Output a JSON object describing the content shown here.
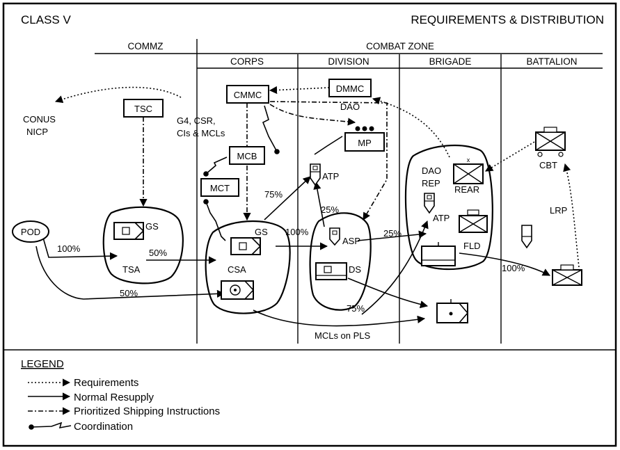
{
  "header": {
    "left_title": "CLASS V",
    "right_title": "REQUIREMENTS & DISTRIBUTION"
  },
  "zones": {
    "commz": "COMMZ",
    "combat_zone": "COMBAT ZONE",
    "corps": "CORPS",
    "division": "DIVISION",
    "brigade": "BRIGADE",
    "battalion": "BATTALION"
  },
  "nodes": {
    "conus": "CONUS",
    "nicp": "NICP",
    "tsc": "TSC",
    "cmmc": "CMMC",
    "dmmc": "DMMC",
    "dao": "DAO",
    "g4_line1": "G4, CSR,",
    "g4_line2": "CIs & MCLs",
    "mcb": "MCB",
    "mct": "MCT",
    "mp": "MP",
    "atp": "ATP",
    "pod": "POD",
    "gs": "GS",
    "tsa": "TSA",
    "csa": "CSA",
    "asp": "ASP",
    "ds": "DS",
    "dao_rep_line1": "DAO",
    "dao_rep_line2": "REP",
    "rear": "REAR",
    "fld": "FLD",
    "cbt": "CBT",
    "lrp": "LRP"
  },
  "flow_labels": {
    "pct_100": "100%",
    "pct_50": "50%",
    "pct_75": "75%",
    "pct_25": "25%",
    "mcls_on_pls": "MCLs on PLS"
  },
  "legend": {
    "title": "LEGEND",
    "requirements": "Requirements",
    "normal_resupply": "Normal Resupply",
    "prioritized": "Prioritized Shipping Instructions",
    "coordination": "Coordination"
  }
}
